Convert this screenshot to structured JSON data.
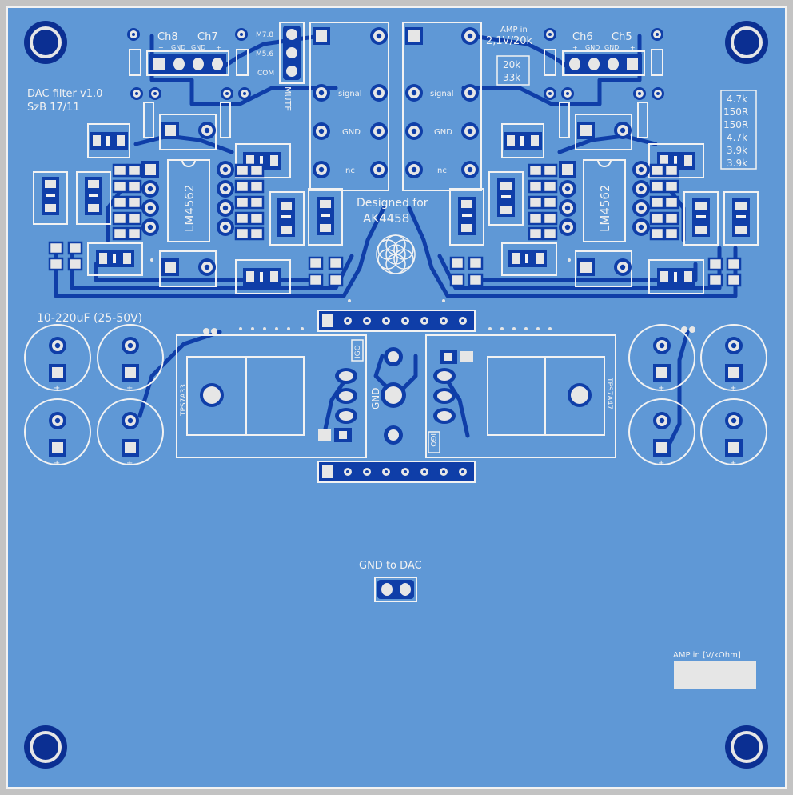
{
  "board": {
    "colors": {
      "outer_frame": "#c3c3c3",
      "board_fill": "#5f98d6",
      "trace": "#0f3ea8",
      "pad": "#e6e6e6",
      "silkscreen": "#f2f2f2",
      "mounting_hole": "#0b2f92"
    },
    "title": "DAC filter v1.0",
    "author_date": "SzB 17/11",
    "designed_for": "Designed for",
    "chip": "AK4458",
    "mute_label": "MUTE",
    "mute_pins": [
      "M7.8",
      "M5.6",
      "COM"
    ],
    "left_header": {
      "ch_a": "Ch8",
      "ch_b": "Ch7",
      "pins": [
        "+",
        "GND",
        "GND",
        "+"
      ]
    },
    "right_header": {
      "ch_a": "Ch6",
      "ch_b": "Ch5",
      "pins": [
        "+",
        "GND",
        "GND",
        "+"
      ]
    },
    "amp_in_label": "AMP in",
    "amp_in_value": "2,1V/20k",
    "amp_box": [
      "20k",
      "33k"
    ],
    "resistor_list": [
      "4.7k",
      "150R",
      "150R",
      "4.7k",
      "3.9k",
      "3.9k"
    ],
    "opamp_left": "LM4562",
    "opamp_right": "LM4562",
    "relay_labels": [
      "signal",
      "GND",
      "nc"
    ],
    "cap_label": "10-220uF (25-50V)",
    "reg_left": "TPS7A33",
    "reg_right": "TPS7A47",
    "reg_pins": "IGO",
    "center_gnd": "GND",
    "gnd_to_dac": "GND to DAC",
    "amp_note": "AMP in [V/kOhm]",
    "cap_polarity": "+"
  }
}
